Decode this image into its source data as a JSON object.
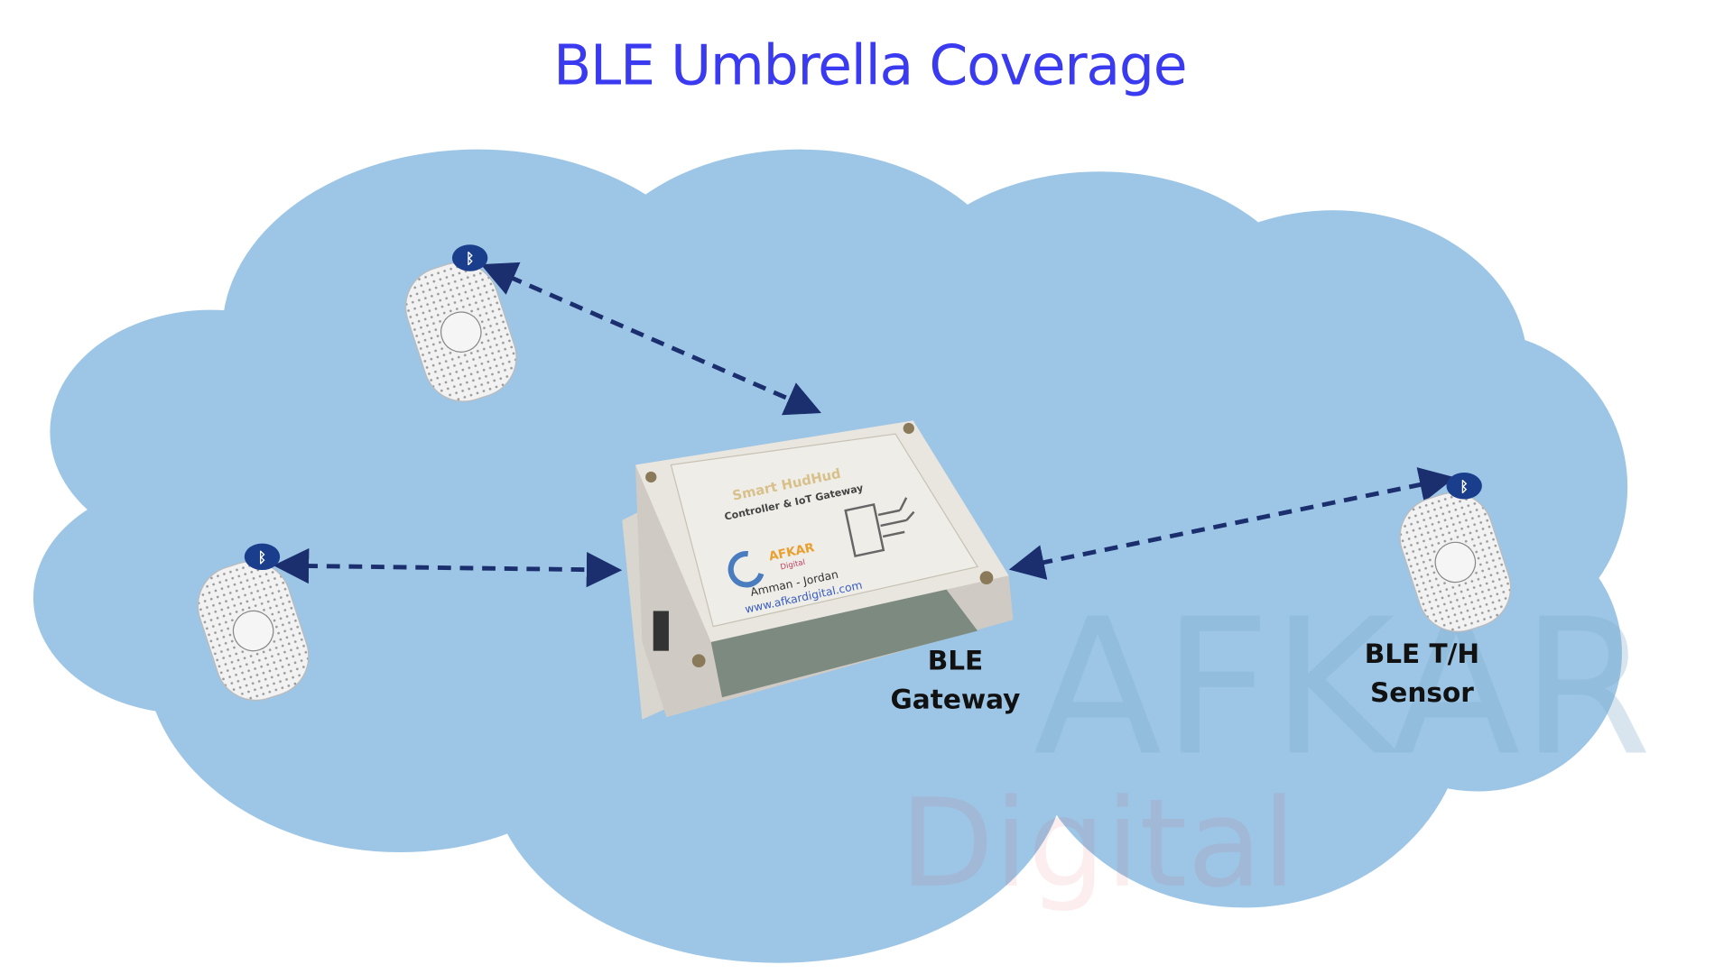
{
  "title": "BLE Umbrella Coverage",
  "gateway": {
    "label_line1": "BLE",
    "label_line2": "Gateway",
    "device_brand": "Smart HudHud",
    "device_subtitle": "Controller & IoT Gateway",
    "logo_name": "AFKAR",
    "logo_sub": "Digital",
    "location": "Amman - Jordan",
    "website": "www.afkardigital.com"
  },
  "sensor": {
    "label_line1": "BLE T/H",
    "label_line2": "Sensor"
  },
  "watermark": {
    "line1": "AFKAR",
    "line2": "Digital"
  },
  "colors": {
    "title": "#3a3af0",
    "cloud": "#9dc6e6",
    "arrow": "#1b2f6e",
    "bluetooth": "#1a3e8c"
  }
}
